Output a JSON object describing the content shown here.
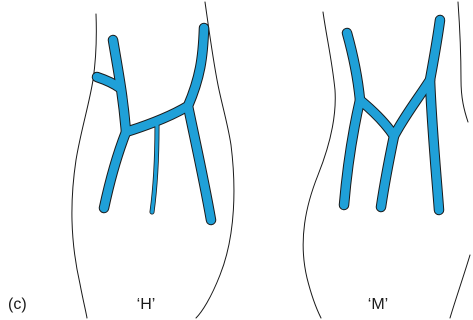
{
  "figure": {
    "panel_label": "(c)",
    "patterns": [
      {
        "label": "‘H’"
      },
      {
        "label": "‘M’"
      }
    ]
  },
  "colors": {
    "vein": "#1fa0d8",
    "outline": "#1a1a1a",
    "background": "#ffffff"
  }
}
